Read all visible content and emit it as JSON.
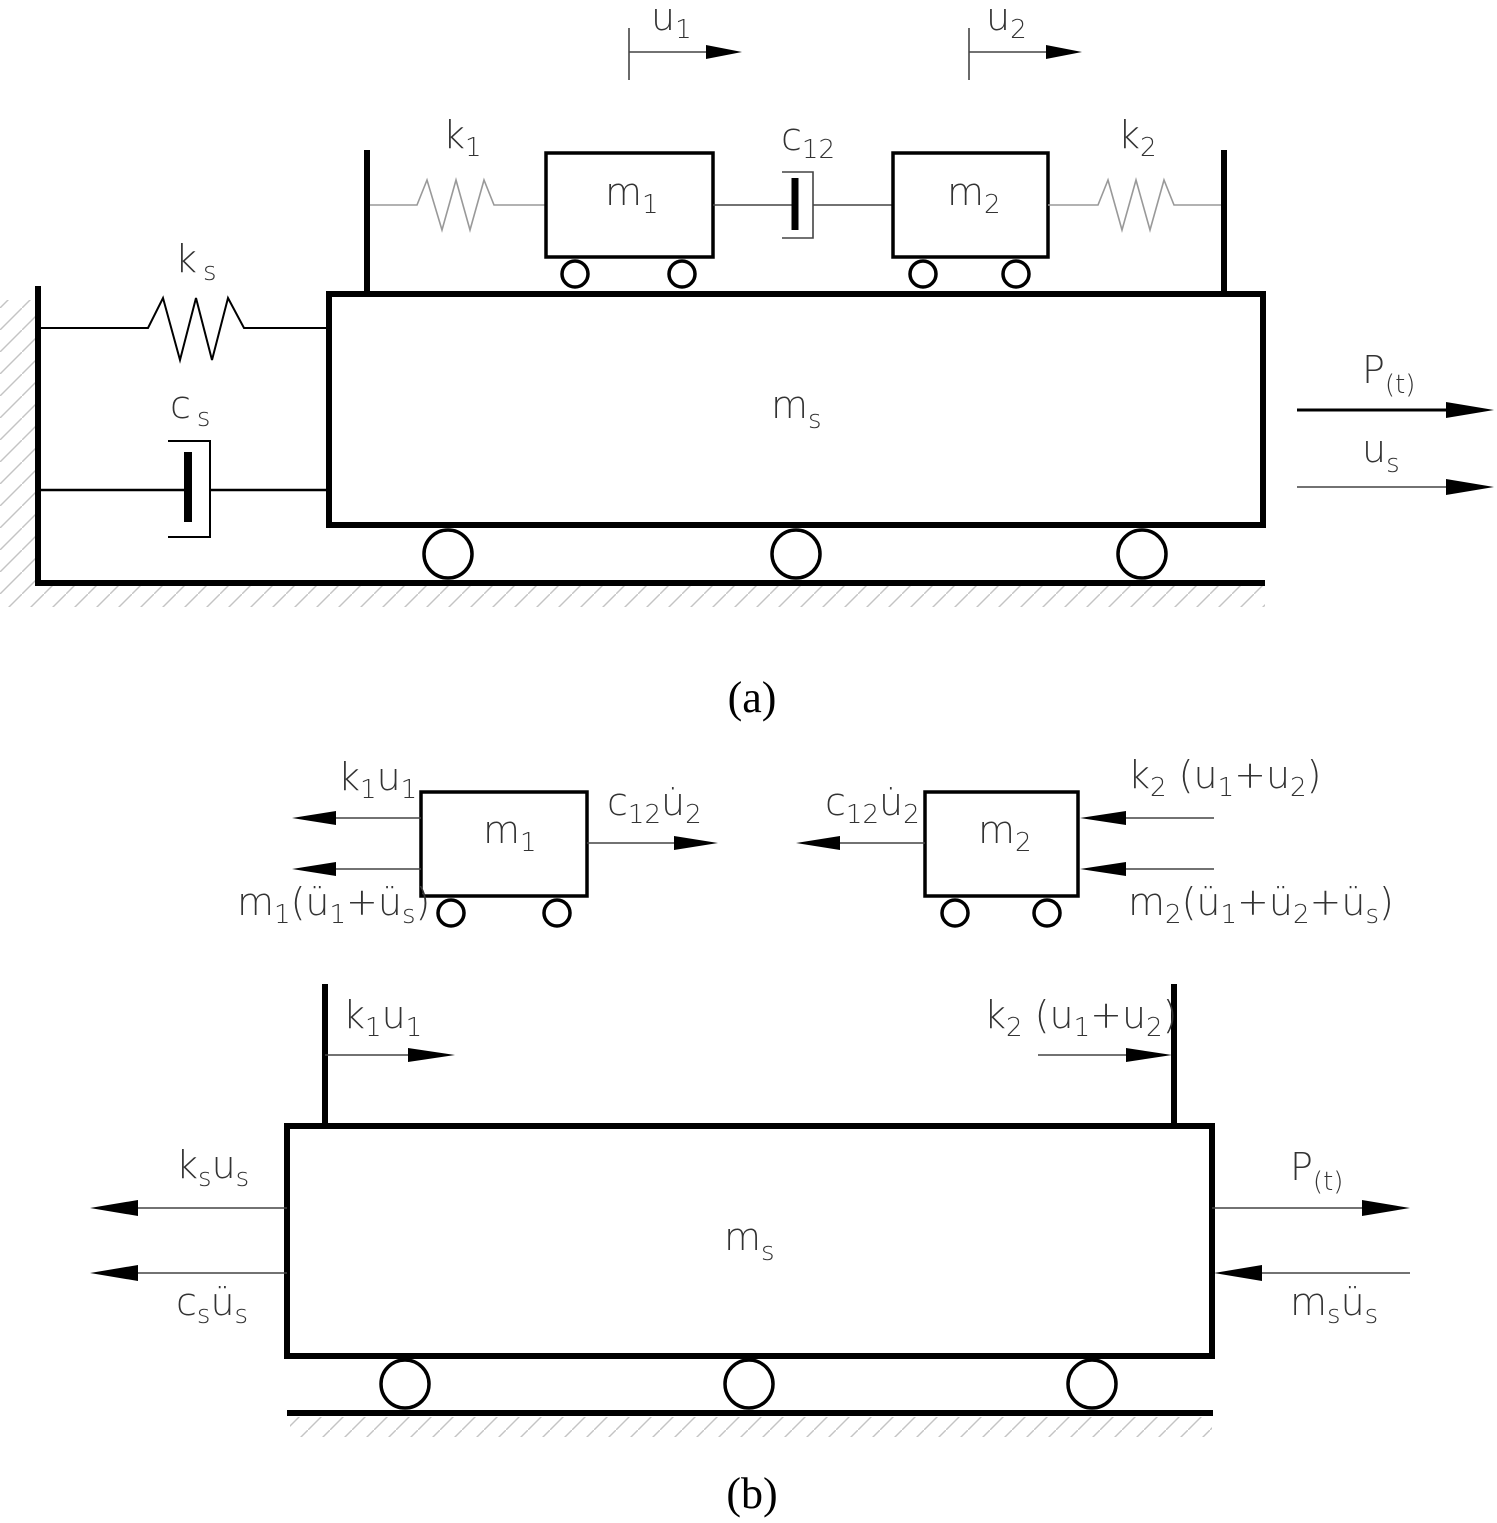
{
  "captions": {
    "a": "(a)",
    "b": "(b)"
  },
  "labels_a": {
    "u1": "u",
    "u1_sub": "1",
    "u2": "u",
    "u2_sub": "2",
    "k1": "k",
    "k1_sub": "1",
    "c12": "c",
    "c12_sub": "12",
    "k2": "k",
    "k2_sub": "2",
    "m1": "m",
    "m1_sub": "1",
    "m2": "m",
    "m2_sub": "2",
    "ks": "k",
    "ks_sub": "s",
    "cs": "c",
    "cs_sub": "s",
    "ms": "m",
    "ms_sub": "s",
    "P": "P",
    "P_sub": "(t)",
    "us": "u",
    "us_sub": "s"
  },
  "labels_b": {
    "m1": "m",
    "m1_sub": "1",
    "m2": "m",
    "m2_sub": "2",
    "ms": "m",
    "ms_sub": "s",
    "k1u1_a": "k",
    "k1u1_b": "1",
    "k1u1_c": "u",
    "k1u1_d": "1",
    "m1acc_a": "m",
    "m1acc_b": "1",
    "m1acc_c": "(ü",
    "m1acc_d": "1",
    "m1acc_e": "+ü",
    "m1acc_f": "s",
    "m1acc_g": ")",
    "c12u2_a": "c",
    "c12u2_b": "12",
    "c12u2_c": "u̇",
    "c12u2_d": "2",
    "k2u_a": "k",
    "k2u_b": "2",
    "k2u_c": " (u",
    "k2u_d": "1",
    "k2u_e": "+u",
    "k2u_f": "2",
    "k2u_g": ")",
    "m2acc_a": "m",
    "m2acc_b": "2",
    "m2acc_c": "(ü",
    "m2acc_d": "1",
    "m2acc_e": "+ü",
    "m2acc_f": "2",
    "m2acc_g": "+ü",
    "m2acc_h": "s",
    "m2acc_i": ")",
    "ksus_a": "k",
    "ksus_b": "s",
    "ksus_c": "u",
    "ksus_d": "s",
    "csus_a": "c",
    "csus_b": "s",
    "csus_c": "ü",
    "csus_d": "s",
    "P_a": "P",
    "P_b": "(t)",
    "msus_a": "m",
    "msus_b": "s",
    "msus_c": "ü",
    "msus_d": "s"
  }
}
